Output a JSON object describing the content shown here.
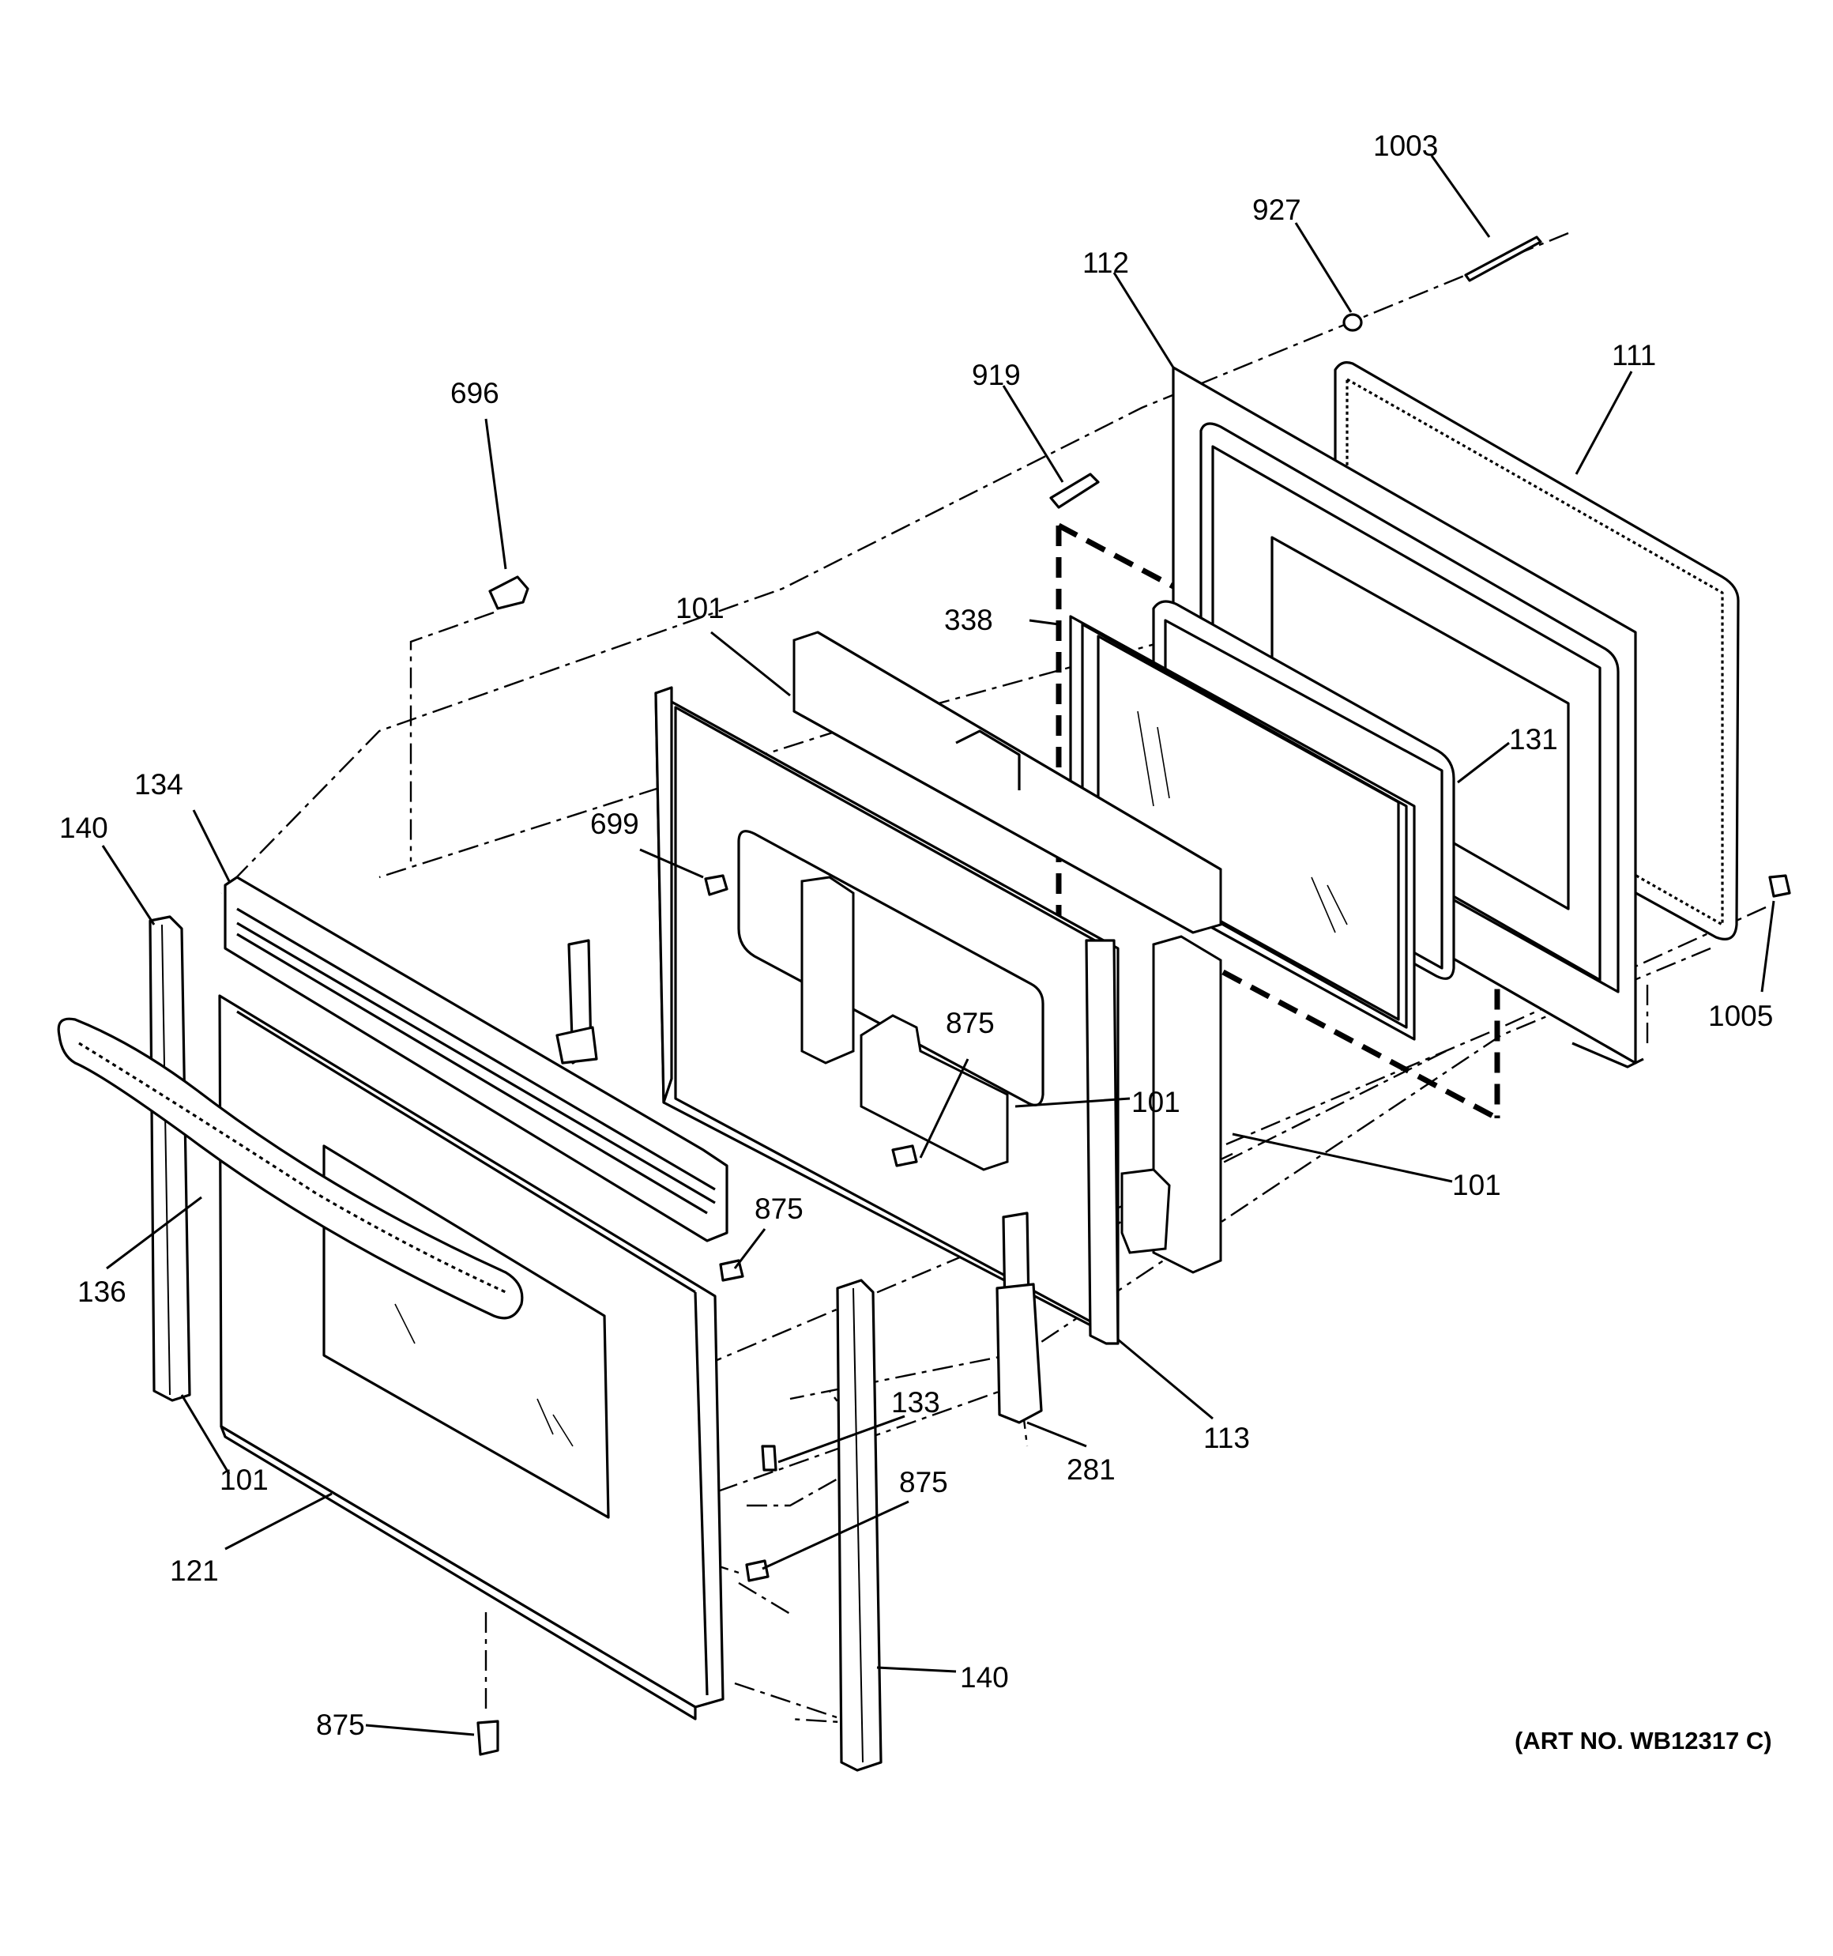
{
  "diagram": {
    "labels": {
      "l1003": "1003",
      "l927": "927",
      "l112": "112",
      "l111": "111",
      "l919": "919",
      "l696": "696",
      "l101_top": "101",
      "l338": "338",
      "l131": "131",
      "l134": "134",
      "l140_left": "140",
      "l699": "699",
      "l875_mid": "875",
      "l101_mid": "101",
      "l1005": "1005",
      "l101_right": "101",
      "l136": "136",
      "l875_door": "875",
      "l133": "133",
      "l113": "113",
      "l281": "281",
      "l101_bottom": "101",
      "l875_lower": "875",
      "l121": "121",
      "l140_right": "140",
      "l875_bottom": "875"
    },
    "art_number": "(ART NO. WB12317 C)"
  }
}
